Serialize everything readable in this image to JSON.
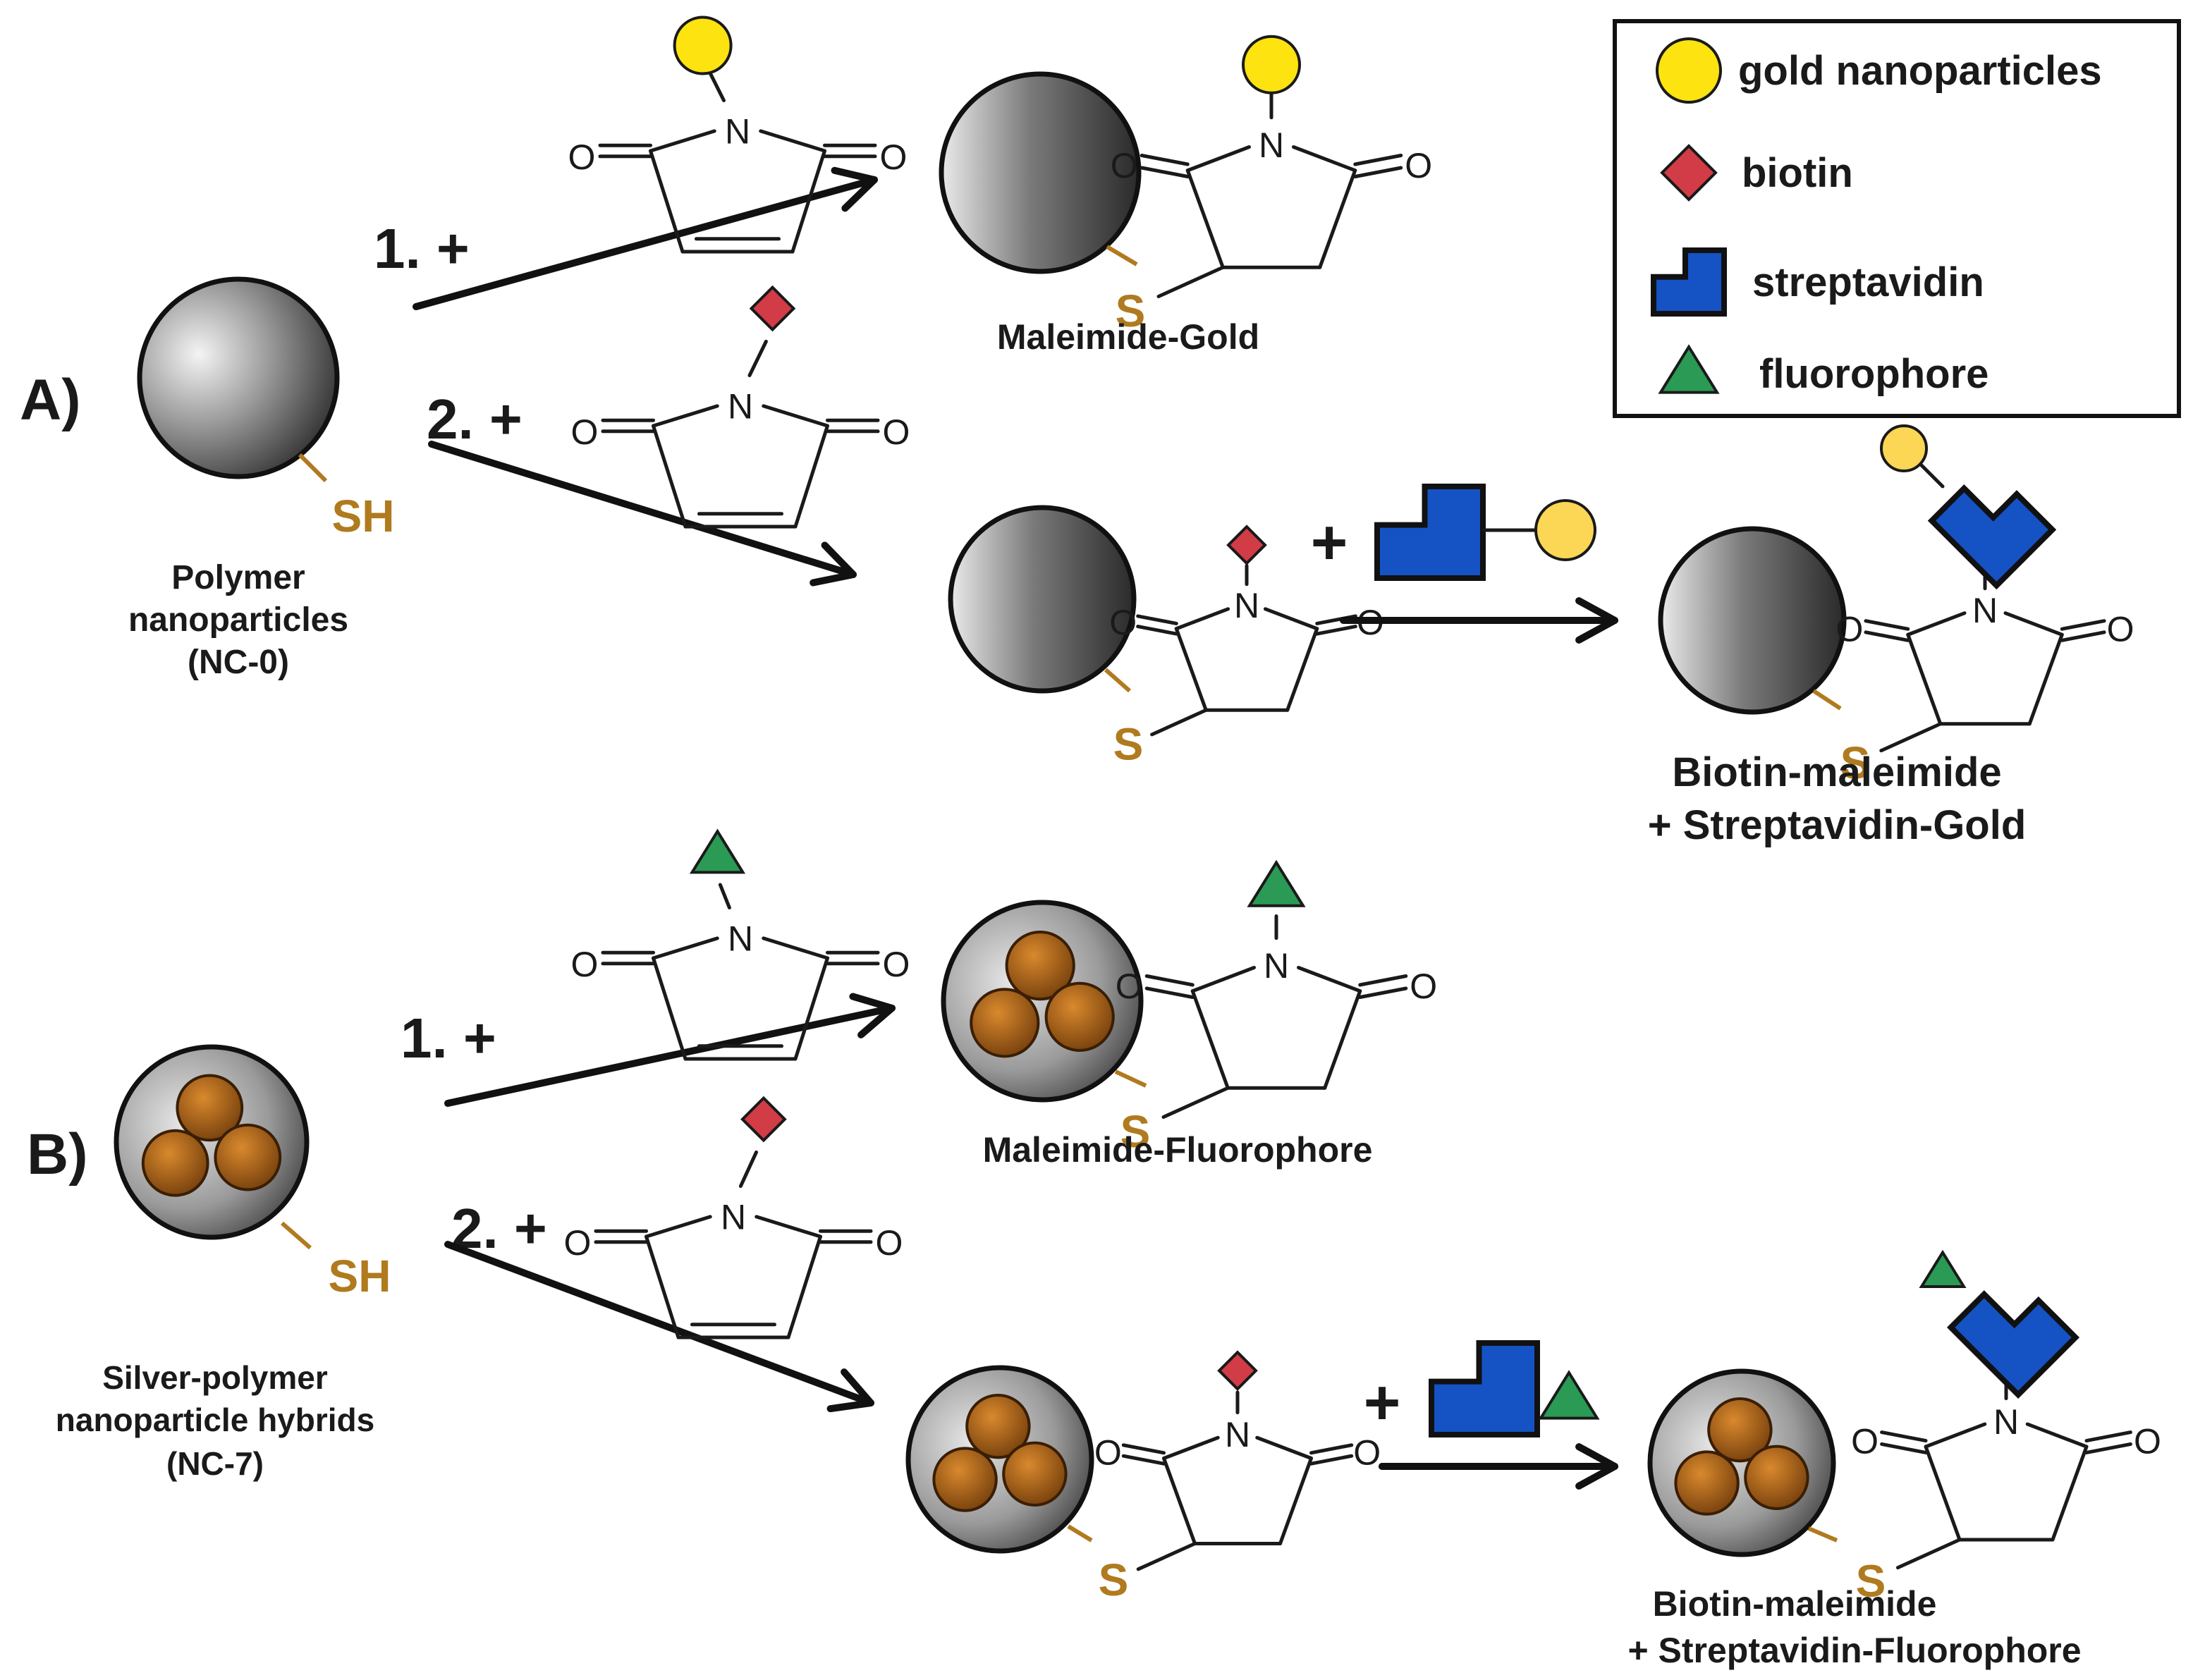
{
  "section_a": {
    "letter": "A)",
    "route_1": "1. +",
    "route_2": "2. +",
    "start_label": [
      "Polymer",
      "nanoparticles",
      "(NC-0)"
    ],
    "product_1": "Maleimide-Gold",
    "product_2": [
      "Biotin-maleimide",
      "+ Streptavidin-Gold"
    ]
  },
  "section_b": {
    "letter": "B)",
    "route_1": "1. +",
    "route_2": "2. +",
    "start_label": [
      "Silver-polymer",
      "nanoparticle hybrids",
      "(NC-7)"
    ],
    "product_1": "Maleimide-Fluorophore",
    "product_2": [
      "Biotin-maleimide",
      "+ Streptavidin-Fluorophore"
    ]
  },
  "chem": {
    "thiol": "SH",
    "sulfur": "S",
    "nitrogen": "N",
    "oxygen": "O",
    "plus": "+"
  },
  "legend": {
    "items": [
      "gold nanoparticles",
      "biotin",
      "streptavidin",
      "fluorophore"
    ]
  },
  "colors": {
    "gold": "#fde30f",
    "gold_light": "#fcd655",
    "biotin": "#d23c46",
    "streptavidin": "#1552c4",
    "fluorophore": "#2a9a55",
    "sulfur": "#b07a1e",
    "silver_core": "#b5651a"
  }
}
